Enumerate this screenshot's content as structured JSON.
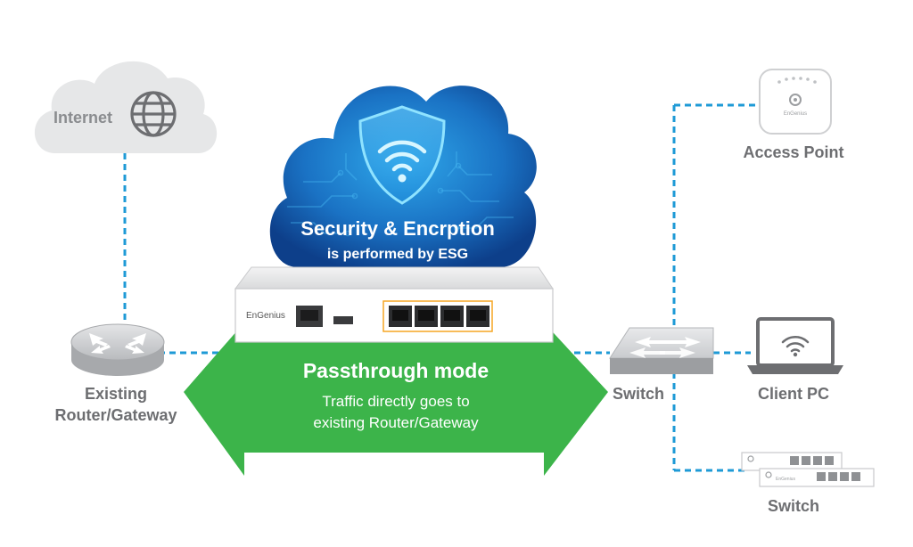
{
  "internet": {
    "label": "Internet"
  },
  "security": {
    "title": "Security & Encrption",
    "subtitle": "is performed by ESG"
  },
  "device": {
    "brand": "EnGenius"
  },
  "passthrough": {
    "title": "Passthrough mode",
    "line1": "Traffic directly goes to",
    "line2": "existing Router/Gateway"
  },
  "router": {
    "line1": "Existing",
    "line2": "Router/Gateway"
  },
  "switch_center": {
    "label": "Switch"
  },
  "access_point": {
    "label": "Access Point",
    "brand": "EnGenius"
  },
  "client_pc": {
    "label": "Client PC"
  },
  "switch_bottom": {
    "label": "Switch",
    "brand": "EnGenius"
  },
  "colors": {
    "link": "#1e9ad6",
    "arrow_green": "#3cb44a",
    "cloud_grey": "#e6e7e8",
    "label_grey": "#6d6e71",
    "cloud_blue": "#1668b8"
  }
}
